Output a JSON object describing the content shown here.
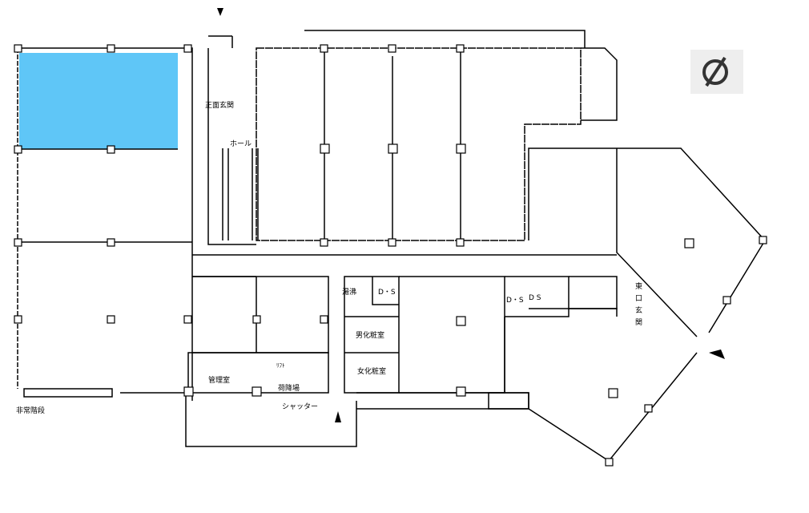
{
  "highlight_color": "#5fc6f7",
  "rooms": {
    "front_entrance": "正面玄関",
    "hall": "ホール",
    "kitchenette": "湯沸",
    "ds1": "D・S",
    "ds2": "D・S",
    "ds3": "D S",
    "mens_restroom": "男化粧室",
    "womens_restroom": "女化粧室",
    "management": "管理室",
    "lift": "ﾘﾌﾄ",
    "unloading": "荷降場",
    "shutter": "シャッター",
    "emergency_stairs": "非常階段",
    "east_entrance": "東口玄関"
  },
  "icons": {
    "no_smoking": "no-smoking-icon"
  }
}
